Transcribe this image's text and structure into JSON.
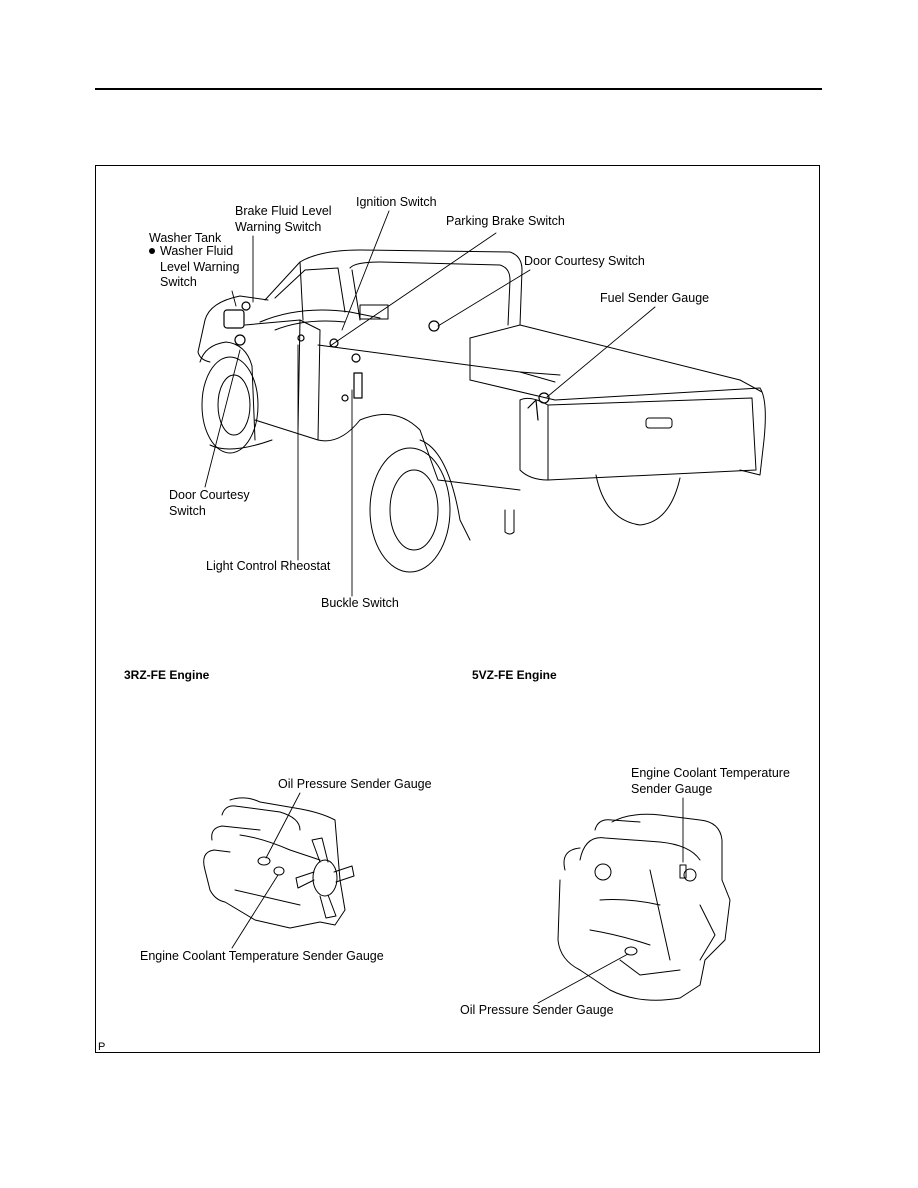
{
  "figure": {
    "id": "P",
    "truck_labels": {
      "brake_fluid": [
        "Brake Fluid Level",
        "Warning Switch"
      ],
      "ignition": "Ignition Switch",
      "parking_brake": "Parking Brake Switch",
      "washer_tank": "Washer Tank",
      "washer_fluid": [
        "Washer Fluid",
        "Level Warning",
        "Switch"
      ],
      "door_courtesy_right": "Door Courtesy Switch",
      "fuel_sender": "Fuel Sender Gauge",
      "door_courtesy_left": [
        "Door Courtesy",
        "Switch"
      ],
      "light_control": "Light Control Rheostat",
      "buckle": "Buckle Switch"
    },
    "engine_3rz": {
      "title": "3RZ-FE Engine",
      "oil_pressure": "Oil Pressure Sender Gauge",
      "coolant_temp": "Engine Coolant Temperature Sender Gauge"
    },
    "engine_5vz": {
      "title": "5VZ-FE Engine",
      "coolant_temp": [
        "Engine Coolant Temperature",
        "Sender Gauge"
      ],
      "oil_pressure": "Oil Pressure  Sender Gauge"
    }
  }
}
